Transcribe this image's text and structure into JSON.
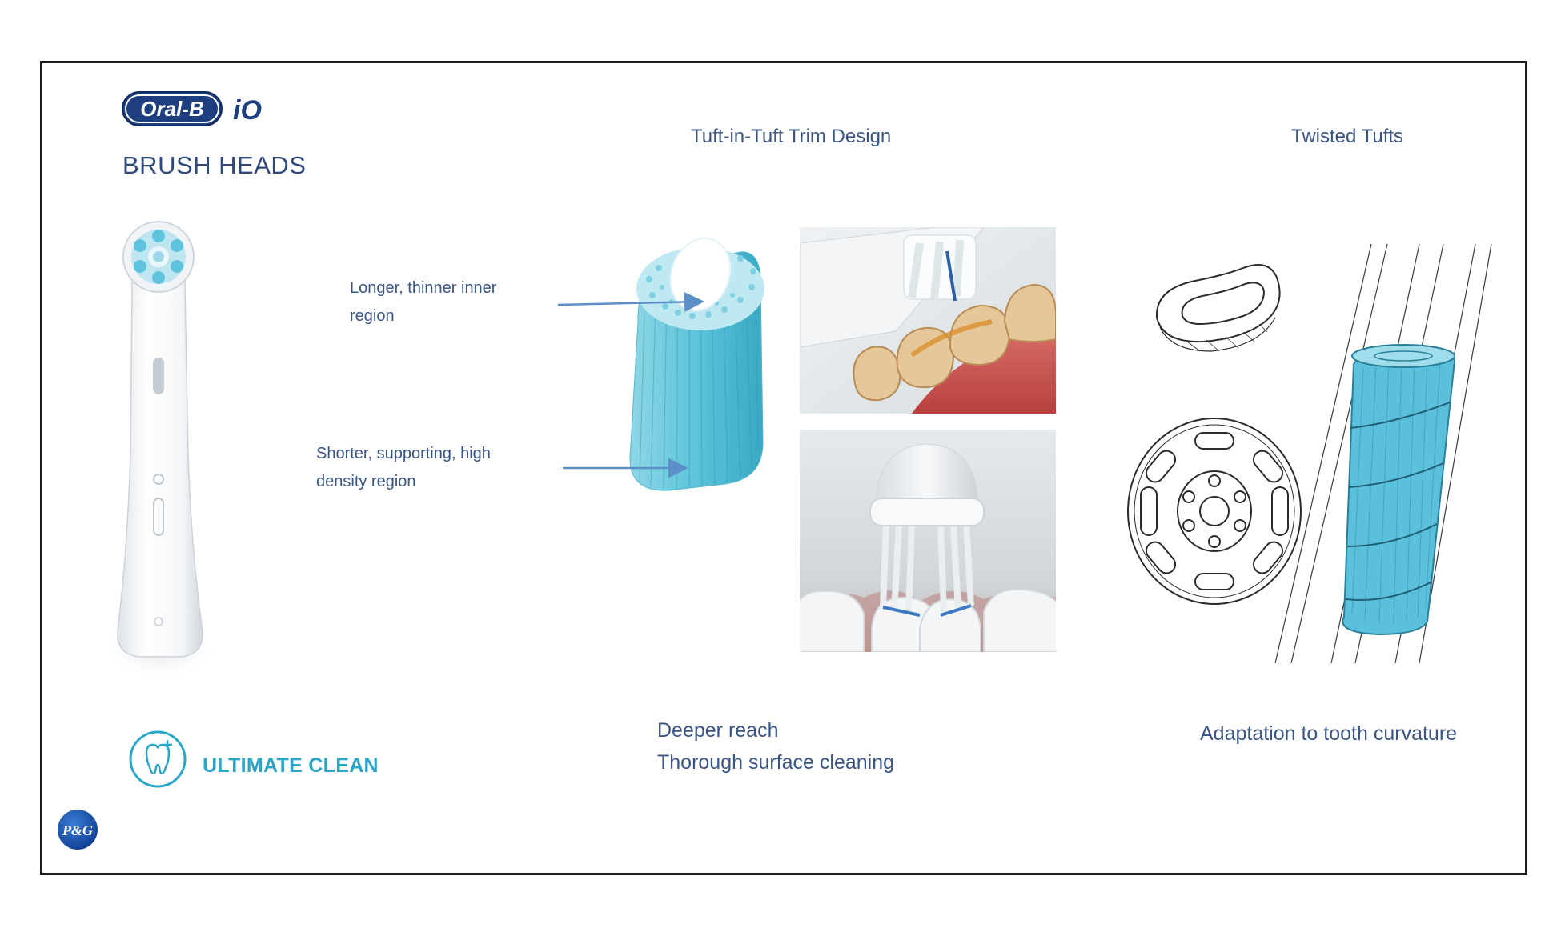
{
  "brand": {
    "logo_text": "Oral-B",
    "product_mark": "iO",
    "pg_logo_text": "P&G"
  },
  "title": "BRUSH HEADS",
  "sections": {
    "tuft": {
      "heading": "Tuft-in-Tuft Trim Design",
      "annotation_inner": [
        "Longer, thinner inner",
        "region"
      ],
      "annotation_outer": [
        "Shorter, supporting, high",
        "density region"
      ],
      "caption": [
        "Deeper reach",
        "Thorough surface cleaning"
      ]
    },
    "twisted": {
      "heading": "Twisted Tufts",
      "caption": "Adaptation to tooth curvature"
    }
  },
  "badge": {
    "label": "ULTIMATE CLEAN",
    "icon": "tooth-plus-icon"
  },
  "colors": {
    "navy": "#2f4a78",
    "text_blue": "#3a5584",
    "teal": "#4fc1d6",
    "cyan": "#2aa6c8",
    "arrow": "#5b8fc7"
  }
}
